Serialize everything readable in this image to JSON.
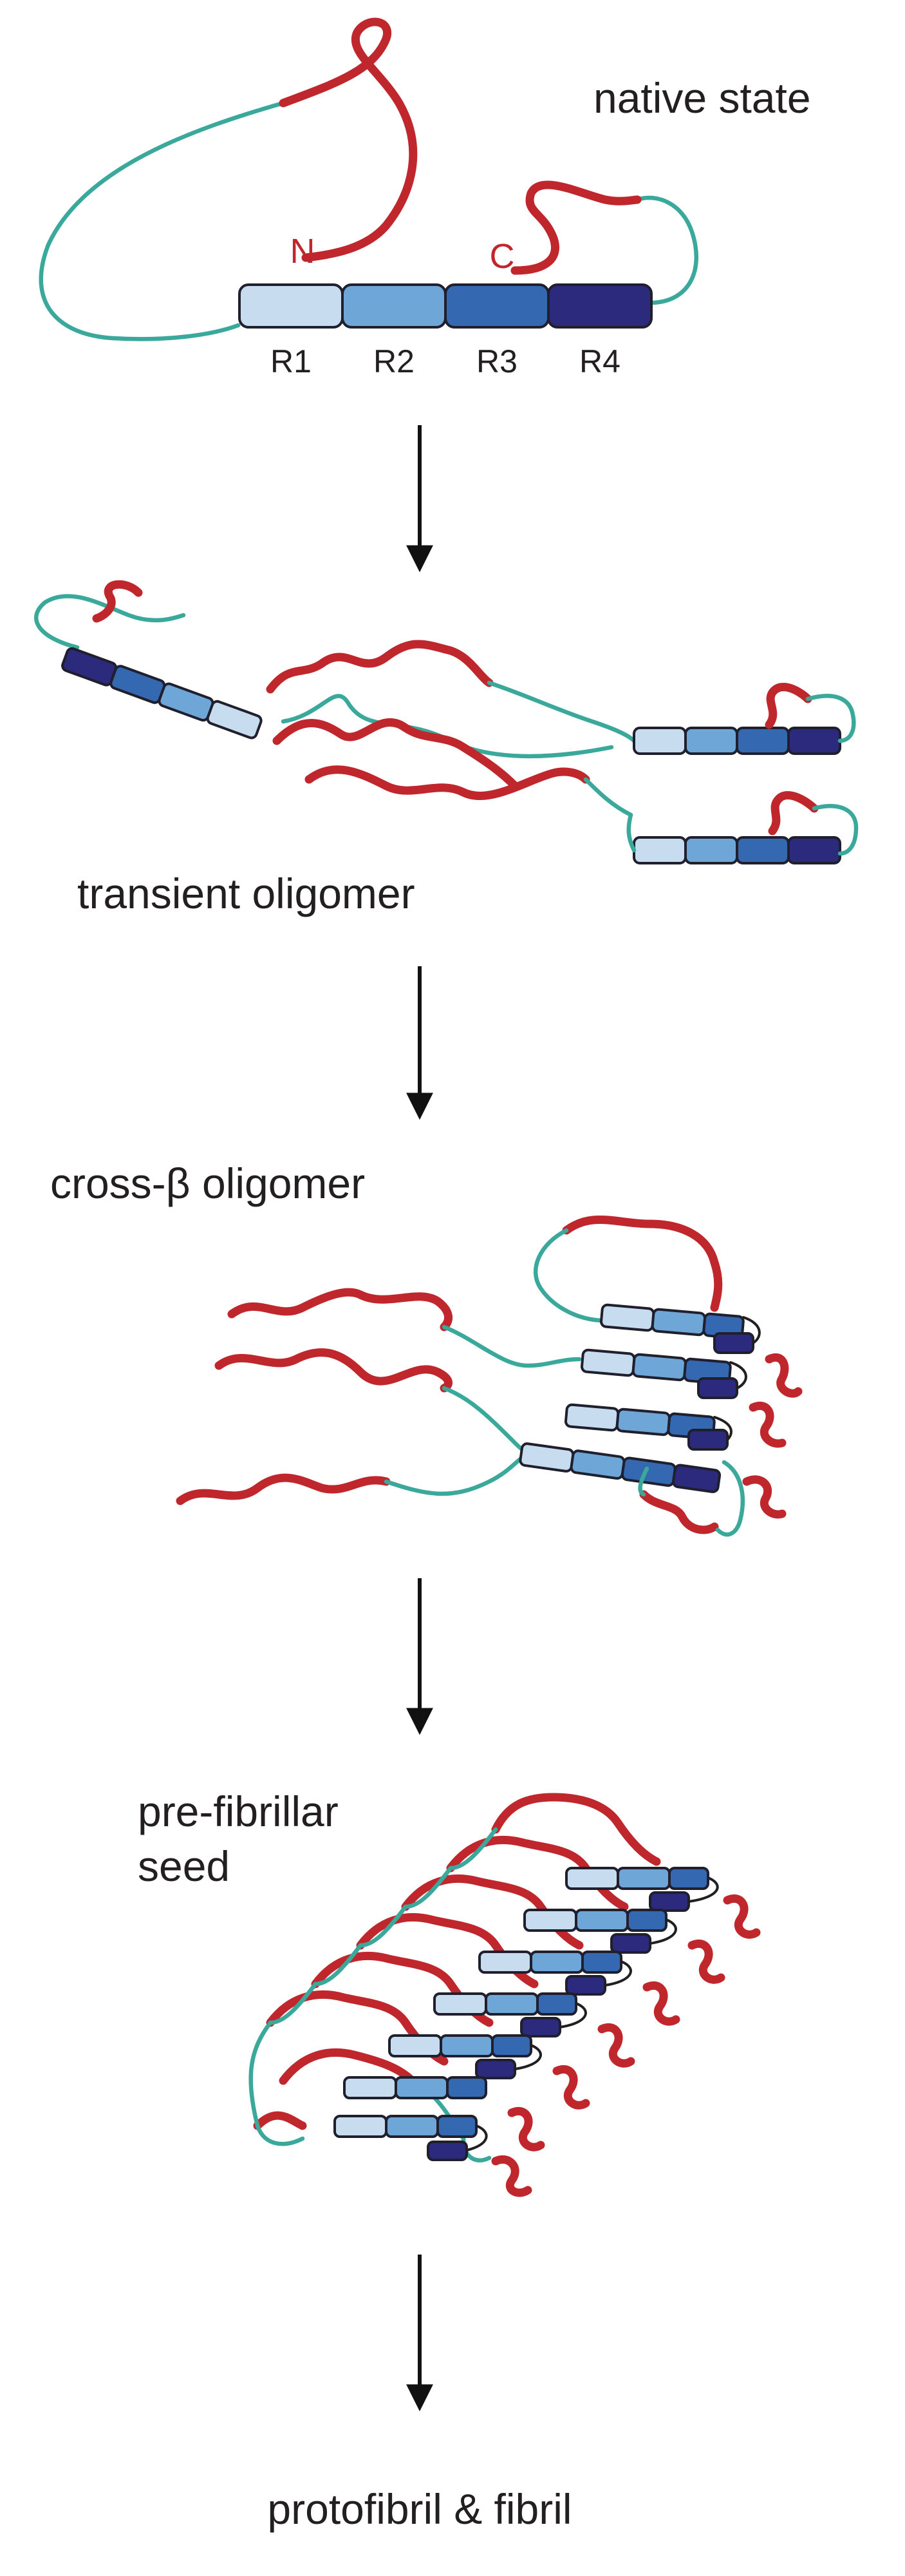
{
  "stages": {
    "native": "native state",
    "transient": "transient oligomer",
    "cross_beta": "cross-β oligomer",
    "seed_line1": "pre-fibrillar",
    "seed_line2": "seed",
    "final": "protofibril & fibril"
  },
  "termini": {
    "n": "N",
    "c": "C"
  },
  "repeats": [
    "R1",
    "R2",
    "R3",
    "R4"
  ],
  "colors": {
    "r1": "#c8dcf0",
    "r2": "#6ea6d8",
    "r3": "#3468b0",
    "r4": "#2c2a7c",
    "disordered_termini": "#c0272d",
    "linker": "#3aa89a",
    "arrow": "#111111"
  }
}
